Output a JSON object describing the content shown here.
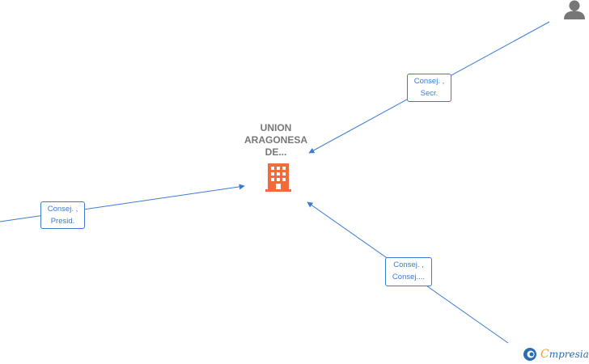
{
  "center_node": {
    "name_lines": [
      "UNION",
      "ARAGONESA",
      "DE..."
    ],
    "icon": "building-icon",
    "icon_color": "#f26b3a"
  },
  "edge_labels": [
    {
      "line1": "Consej. ,",
      "line2": "Secr."
    },
    {
      "line1": "Consej. ,",
      "line2": "Presid."
    },
    {
      "line1": "Consej. ,",
      "line2": "Consej...."
    }
  ],
  "nodes": {
    "top_right": {
      "icon": "person-icon",
      "icon_color": "#777777"
    }
  },
  "logo": {
    "icon": "empresia-logo-icon",
    "first_letter": "C",
    "rest": "mpresia"
  },
  "colors": {
    "edge": "#3a7bd5",
    "label_text": "#777777"
  }
}
